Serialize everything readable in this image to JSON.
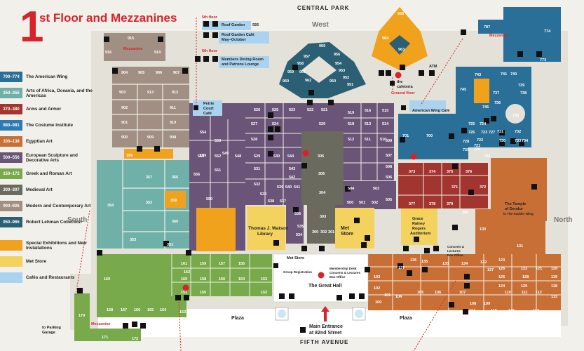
{
  "title": {
    "number": "1",
    "text": "st Floor and Mezzanines"
  },
  "legend": [
    {
      "range": "700–774",
      "label": "The American Wing",
      "color": "#2a6f97"
    },
    {
      "range": "350–355",
      "label": "Arts of Africa, Oceania, and the Americas",
      "color": "#6fb1a8"
    },
    {
      "range": "370–380",
      "label": "Arms and Armor",
      "color": "#a2352f"
    },
    {
      "range": "980–981",
      "label": "The Costume Institute",
      "color": "#2e7bb4"
    },
    {
      "range": "100–138",
      "label": "Egyptian Art",
      "color": "#c86f36"
    },
    {
      "range": "500–556",
      "label": "European Sculpture and Decorative Arts",
      "color": "#6a5478"
    },
    {
      "range": "150–172",
      "label": "Greek and Roman Art",
      "color": "#78a94a"
    },
    {
      "range": "300–307",
      "label": "Medieval Art",
      "color": "#6b6a5e"
    },
    {
      "range": "900–926",
      "label": "Modern and Contemporary Art",
      "color": "#a08f82"
    },
    {
      "range": "950–965",
      "label": "Robert Lehman Collection",
      "color": "#2b5f73"
    },
    {
      "range": "",
      "label": "Special Exhibitions and New Installations",
      "color": "#f0a21c"
    },
    {
      "range": "",
      "label": "Met Store",
      "color": "#f3d35e"
    },
    {
      "range": "",
      "label": "Cafés and Restaurants",
      "color": "#a9d3ee"
    }
  ],
  "directions": {
    "west": "West",
    "south": "South",
    "north": "North"
  },
  "streets": {
    "top": "CENTRAL PARK",
    "bottom": "FIFTH AVENUE"
  },
  "plazas": [
    "Plaza",
    "Plaza"
  ],
  "entrance": {
    "line1": "Main Entrance",
    "line2": "at 82nd Street"
  },
  "parking": {
    "line1": "to Parking",
    "line2": "Garage"
  },
  "roof": {
    "fifth_floor": "5th floor",
    "sixth_floor": "6th floor",
    "roof_garden": "Roof Garden",
    "roof_garden_num": "926",
    "roof_cafe_l1": "Roof Garden Café",
    "roof_cafe_l2": "May–October",
    "members_l1": "Members Dining Room",
    "members_l2": "and Patrons Lounge"
  },
  "places": {
    "petrie_l1": "Petrie",
    "petrie_l2": "Court",
    "petrie_l3": "Café",
    "watson_l1": "Thomas J. Watson",
    "watson_l2": "Library",
    "met_store_l1": "Met",
    "met_store_l2": "Store",
    "met_store_small": "Met Store",
    "grace_l1": "Grace",
    "grace_l2": "Rainey",
    "grace_l3": "Rogers",
    "grace_l4": "Auditorium",
    "cafeteria_l1": "the",
    "cafeteria_l2": "cafeteria",
    "ground_floor": "Ground floor",
    "american_cafe": "American Wing Café",
    "dendur_l1": "The Temple",
    "dendur_l2": "of Dendur",
    "dendur_l3": "in The Sackler Wing",
    "great_hall": "The Great Hall",
    "group_reg": "Group Registration",
    "membership_l1": "Membership Desk",
    "membership_l2": "Concerts & Lectures",
    "membership_l3": "Box Office",
    "concerts_l1": "Concerts &",
    "concerts_l2": "Lectures",
    "concerts_l3": "Box Office",
    "atm": "ATM",
    "mezzanine": "Mezzanine"
  },
  "rooms": [
    {
      "n": "915"
    },
    {
      "n": "916"
    },
    {
      "n": "914"
    },
    {
      "n": "904"
    },
    {
      "n": "905"
    },
    {
      "n": "906"
    },
    {
      "n": "907"
    },
    {
      "n": "903"
    },
    {
      "n": "913"
    },
    {
      "n": "912"
    },
    {
      "n": "902"
    },
    {
      "n": "911"
    },
    {
      "n": "901"
    },
    {
      "n": "910"
    },
    {
      "n": "900"
    },
    {
      "n": "909"
    },
    {
      "n": "908"
    },
    {
      "n": "199"
    },
    {
      "n": "357"
    },
    {
      "n": "356"
    },
    {
      "n": "354"
    },
    {
      "n": "359"
    },
    {
      "n": "352"
    },
    {
      "n": "350"
    },
    {
      "n": "353"
    },
    {
      "n": "351"
    },
    {
      "n": "199"
    },
    {
      "n": "554"
    },
    {
      "n": "553"
    },
    {
      "n": "555"
    },
    {
      "n": "552"
    },
    {
      "n": "556"
    },
    {
      "n": "551"
    },
    {
      "n": "550"
    },
    {
      "n": "549"
    },
    {
      "n": "548"
    },
    {
      "n": "526"
    },
    {
      "n": "525"
    },
    {
      "n": "523"
    },
    {
      "n": "527"
    },
    {
      "n": "524"
    },
    {
      "n": "528"
    },
    {
      "n": "529"
    },
    {
      "n": "530"
    },
    {
      "n": "544"
    },
    {
      "n": "531"
    },
    {
      "n": "543"
    },
    {
      "n": "532"
    },
    {
      "n": "542"
    },
    {
      "n": "533"
    },
    {
      "n": "539"
    },
    {
      "n": "540"
    },
    {
      "n": "541"
    },
    {
      "n": "538"
    },
    {
      "n": "537"
    },
    {
      "n": "536"
    },
    {
      "n": "535"
    },
    {
      "n": "534"
    },
    {
      "n": "522"
    },
    {
      "n": "521"
    },
    {
      "n": "520"
    },
    {
      "n": "519"
    },
    {
      "n": "516"
    },
    {
      "n": "515"
    },
    {
      "n": "518"
    },
    {
      "n": "513"
    },
    {
      "n": "514"
    },
    {
      "n": "512"
    },
    {
      "n": "511"
    },
    {
      "n": "510"
    },
    {
      "n": "509"
    },
    {
      "n": "507"
    },
    {
      "n": "508"
    },
    {
      "n": "506"
    },
    {
      "n": "504"
    },
    {
      "n": "503"
    },
    {
      "n": "500"
    },
    {
      "n": "501"
    },
    {
      "n": "502"
    },
    {
      "n": "505"
    },
    {
      "n": "305"
    },
    {
      "n": "306"
    },
    {
      "n": "304"
    },
    {
      "n": "303"
    },
    {
      "n": "302"
    },
    {
      "n": "300"
    },
    {
      "n": "301"
    },
    {
      "n": "955"
    },
    {
      "n": "956"
    },
    {
      "n": "954"
    },
    {
      "n": "957"
    },
    {
      "n": "953"
    },
    {
      "n": "958"
    },
    {
      "n": "952"
    },
    {
      "n": "959"
    },
    {
      "n": "951"
    },
    {
      "n": "960"
    },
    {
      "n": "950"
    },
    {
      "n": "961"
    },
    {
      "n": "962"
    },
    {
      "n": "965"
    },
    {
      "n": "964"
    },
    {
      "n": "963"
    },
    {
      "n": "787"
    },
    {
      "n": "774"
    },
    {
      "n": "773"
    },
    {
      "n": "743"
    },
    {
      "n": "741"
    },
    {
      "n": "740"
    },
    {
      "n": "745"
    },
    {
      "n": "739"
    },
    {
      "n": "738"
    },
    {
      "n": "737"
    },
    {
      "n": "736"
    },
    {
      "n": "746"
    },
    {
      "n": "735"
    },
    {
      "n": "725"
    },
    {
      "n": "724"
    },
    {
      "n": "726"
    },
    {
      "n": "723"
    },
    {
      "n": "701"
    },
    {
      "n": "700"
    },
    {
      "n": "727"
    },
    {
      "n": "722"
    },
    {
      "n": "731"
    },
    {
      "n": "732"
    },
    {
      "n": "728"
    },
    {
      "n": "721"
    },
    {
      "n": "730"
    },
    {
      "n": "733"
    },
    {
      "n": "729"
    },
    {
      "n": "720"
    },
    {
      "n": "734"
    },
    {
      "n": "702"
    },
    {
      "n": "373"
    },
    {
      "n": "374"
    },
    {
      "n": "375"
    },
    {
      "n": "376"
    },
    {
      "n": "372"
    },
    {
      "n": "371"
    },
    {
      "n": "377"
    },
    {
      "n": "378"
    },
    {
      "n": "379"
    },
    {
      "n": "380"
    },
    {
      "n": "130"
    },
    {
      "n": "131"
    },
    {
      "n": "133"
    },
    {
      "n": "134"
    },
    {
      "n": "137"
    },
    {
      "n": "136"
    },
    {
      "n": "135"
    },
    {
      "n": "132"
    },
    {
      "n": "123"
    },
    {
      "n": "127"
    },
    {
      "n": "126"
    },
    {
      "n": "122"
    },
    {
      "n": "121"
    },
    {
      "n": "120"
    },
    {
      "n": "119"
    },
    {
      "n": "118"
    },
    {
      "n": "128"
    },
    {
      "n": "125"
    },
    {
      "n": "124"
    },
    {
      "n": "129"
    },
    {
      "n": "103"
    },
    {
      "n": "102"
    },
    {
      "n": "101"
    },
    {
      "n": "100"
    },
    {
      "n": "104"
    },
    {
      "n": "105"
    },
    {
      "n": "106"
    },
    {
      "n": "107"
    },
    {
      "n": "108"
    },
    {
      "n": "109"
    },
    {
      "n": "110"
    },
    {
      "n": "111"
    },
    {
      "n": "112"
    },
    {
      "n": "113"
    },
    {
      "n": "114"
    },
    {
      "n": "115"
    },
    {
      "n": "116"
    },
    {
      "n": "117"
    },
    {
      "n": "161"
    },
    {
      "n": "159"
    },
    {
      "n": "157"
    },
    {
      "n": "155"
    },
    {
      "n": "160"
    },
    {
      "n": "162"
    },
    {
      "n": "158"
    },
    {
      "n": "156"
    },
    {
      "n": "154"
    },
    {
      "n": "153"
    },
    {
      "n": "152"
    },
    {
      "n": "169"
    },
    {
      "n": "151"
    },
    {
      "n": "150"
    },
    {
      "n": "168"
    },
    {
      "n": "167"
    },
    {
      "n": "166"
    },
    {
      "n": "165"
    },
    {
      "n": "164"
    },
    {
      "n": "163"
    },
    {
      "n": "170"
    },
    {
      "n": "171"
    },
    {
      "n": "172"
    }
  ]
}
